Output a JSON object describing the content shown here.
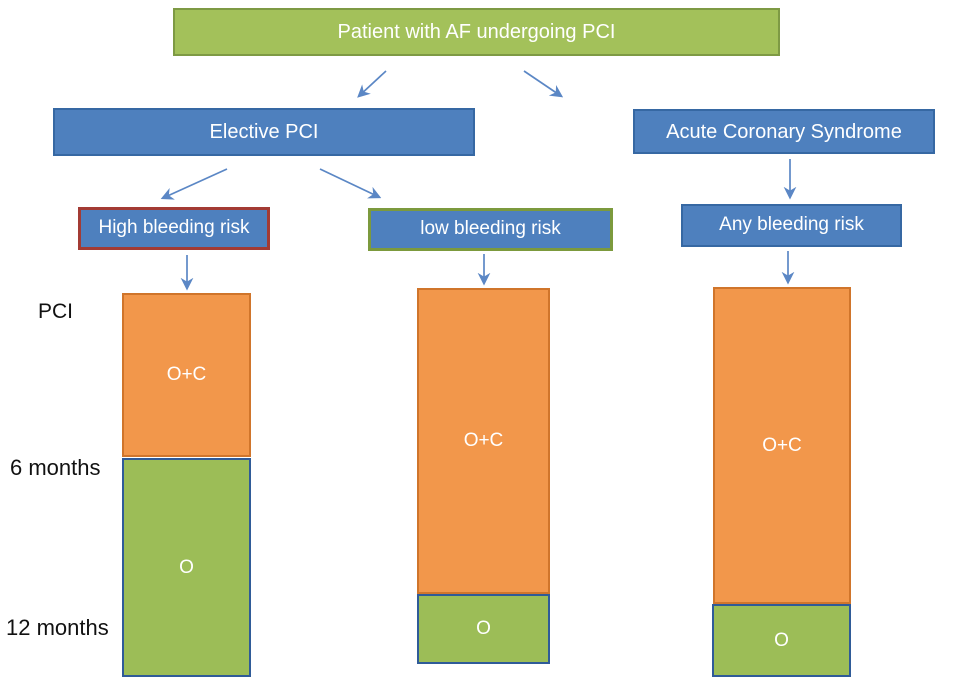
{
  "diagram": {
    "title": "Patient with AF undergoing PCI",
    "branches": {
      "elective": "Elective PCI",
      "acs": "Acute Coronary Syndrome"
    },
    "risk_boxes": {
      "high": "High bleeding risk",
      "low": "low bleeding risk",
      "any": "Any bleeding risk"
    },
    "timeline_labels": {
      "start": "PCI",
      "mid": "6 months",
      "end": "12 months"
    },
    "columns": [
      {
        "id": "high-bleeding-risk",
        "segments": [
          {
            "label": "O+C",
            "style": "orange"
          },
          {
            "label": "O",
            "style": "green"
          }
        ]
      },
      {
        "id": "low-bleeding-risk",
        "segments": [
          {
            "label": "O+C",
            "style": "orange"
          },
          {
            "label": "O",
            "style": "green"
          }
        ]
      },
      {
        "id": "any-bleeding-risk",
        "segments": [
          {
            "label": "O+C",
            "style": "orange"
          },
          {
            "label": "O",
            "style": "green"
          }
        ]
      }
    ],
    "colors": {
      "title_fill": "#A3C15A",
      "title_border": "#7E9A44",
      "blue_fill": "#4E80BE",
      "blue_border": "#3668A3",
      "high_risk_border": "#A33B34",
      "low_risk_border": "#7C9A3D",
      "orange_fill": "#F2974B",
      "orange_border": "#D0752B",
      "bar_green_fill": "#9CBD57",
      "bar_green_border": "#2F5B98",
      "arrow": "#5B87C5",
      "box_text": "#FFFFFF",
      "axis_text": "#111111"
    }
  }
}
